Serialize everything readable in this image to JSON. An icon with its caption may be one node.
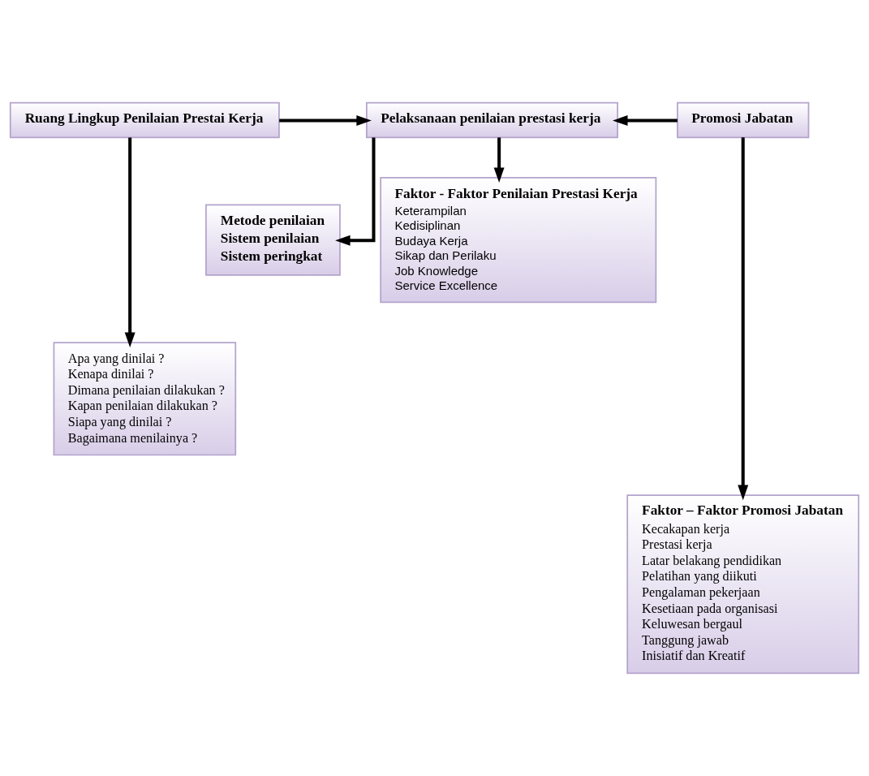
{
  "diagram": {
    "nodes": [
      {
        "text": [
          "Ruang Lingkup Penilaian Prestai Kerja"
        ]
      },
      {
        "text": [
          "Pelaksanaan penilaian prestasi kerja"
        ]
      },
      {
        "text": [
          "Promosi Jabatan"
        ]
      },
      {
        "text": [
          "Metode penilaian",
          "Sistem penilaian",
          "Sistem peringkat"
        ]
      },
      {
        "text": [
          "Faktor - Faktor Penilaian Prestasi Kerja",
          "Keterampilan",
          "Kedisiplinan",
          "Budaya Kerja",
          "Sikap dan Perilaku",
          "Job Knowledge",
          "Service Excellence"
        ]
      },
      {
        "text": [
          "Apa yang dinilai ?",
          "Kenapa dinilai ?",
          "Dimana penilaian dilakukan ?",
          "Kapan penilaian dilakukan ?",
          "Siapa yang dinilai ?",
          "Bagaimana menilainya ?"
        ]
      },
      {
        "text": [
          "Faktor – Faktor Promosi Jabatan",
          "Kecakapan kerja",
          "Prestasi kerja",
          "Latar belakang pendidikan",
          "Pelatihan yang diikuti",
          "Pengalaman pekerjaan",
          "Kesetiaan pada organisasi",
          "Keluwesan bergaul",
          "Tanggung jawab",
          "Inisiatif dan Kreatif"
        ]
      }
    ],
    "edges": [
      {
        "from": 0,
        "to": 1,
        "arrow": "to"
      },
      {
        "from": 2,
        "to": 1,
        "arrow": "to"
      },
      {
        "from": 1,
        "to": 3,
        "arrow": "to"
      },
      {
        "from": 1,
        "to": 4,
        "arrow": "to"
      },
      {
        "from": 0,
        "to": 5,
        "arrow": "to"
      },
      {
        "from": 2,
        "to": 6,
        "arrow": "to"
      }
    ]
  }
}
